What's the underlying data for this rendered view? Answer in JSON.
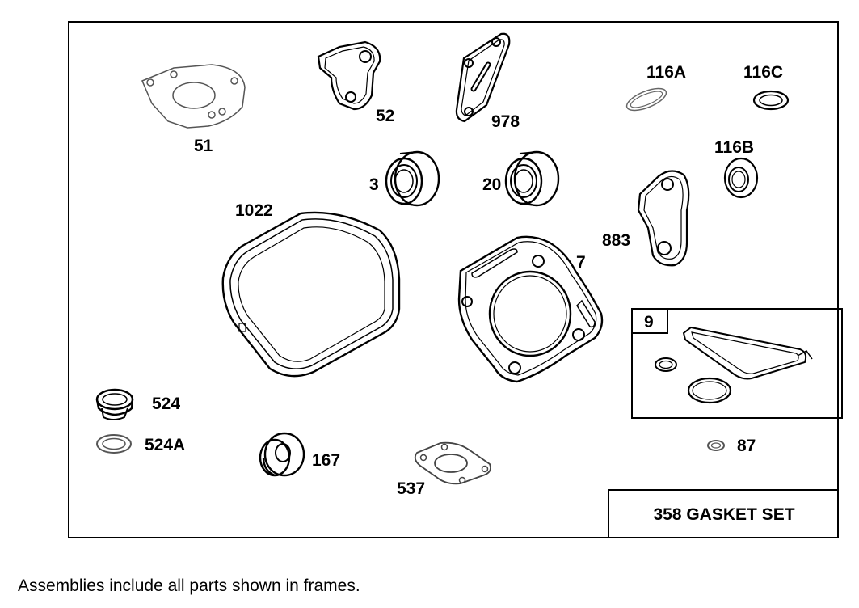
{
  "labels": {
    "p51": "51",
    "p52": "52",
    "p978": "978",
    "p116a": "116A",
    "p116c": "116C",
    "p116b": "116B",
    "p3": "3",
    "p20": "20",
    "p1022": "1022",
    "p883": "883",
    "p7": "7",
    "p9": "9",
    "p524": "524",
    "p524a": "524A",
    "p167": "167",
    "p537": "537",
    "p87": "87"
  },
  "gasket_set": "358 GASKET SET",
  "footnote": "Assemblies include all parts shown in frames."
}
